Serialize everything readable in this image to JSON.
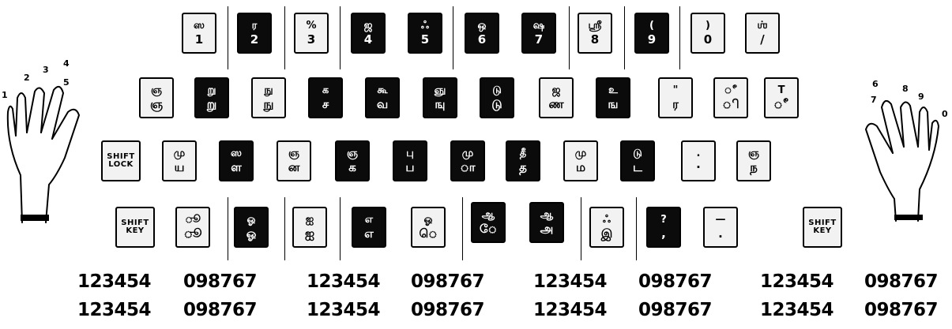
{
  "rows": {
    "number_row": [
      {
        "top": "ஸ",
        "bottom": "1",
        "style": "light"
      },
      {
        "top": "ர",
        "bottom": "2",
        "style": "dark"
      },
      {
        "top": "%",
        "bottom": "3",
        "style": "light"
      },
      {
        "top": "ஜ",
        "bottom": "4",
        "style": "dark"
      },
      {
        "top": "ஃ",
        "bottom": "5",
        "style": "dark"
      },
      {
        "top": "ஒ",
        "bottom": "6",
        "style": "dark"
      },
      {
        "top": "ஷ",
        "bottom": "7",
        "style": "dark"
      },
      {
        "top": "ஸ்ரீ",
        "bottom": "8",
        "style": "light"
      },
      {
        "top": "(",
        "bottom": "9",
        "style": "dark"
      },
      {
        "top": ")",
        "bottom": "0",
        "style": "light"
      },
      {
        "top": "ஶ்",
        "bottom": "/",
        "style": "light"
      }
    ],
    "top_row": [
      {
        "top": "ஞ",
        "bottom": "ஞ",
        "style": "light"
      },
      {
        "top": "று",
        "bottom": "று",
        "style": "dark"
      },
      {
        "top": "நு",
        "bottom": "நு",
        "style": "light"
      },
      {
        "top": "க",
        "bottom": "ச",
        "style": "dark"
      },
      {
        "top": "கூ",
        "bottom": "வ",
        "style": "dark"
      },
      {
        "top": "ஞு",
        "bottom": "ஙு",
        "style": "dark"
      },
      {
        "top": "டு",
        "bottom": "டு",
        "style": "dark"
      },
      {
        "top": "ஜ",
        "bottom": "ண",
        "style": "light"
      },
      {
        "top": "உ",
        "bottom": "ங",
        "style": "dark"
      },
      {
        "top": "\"",
        "bottom": "ர",
        "style": "light"
      },
      {
        "top": "ீ",
        "bottom": "ி",
        "style": "light"
      },
      {
        "top": "T",
        "bottom": "ீ",
        "style": "light"
      }
    ],
    "home_row": [
      {
        "top": "மு",
        "bottom": "ய",
        "style": "light"
      },
      {
        "top": "ஸ",
        "bottom": "ள",
        "style": "dark"
      },
      {
        "top": "ஞ",
        "bottom": "ன",
        "style": "light"
      },
      {
        "top": "ஞ",
        "bottom": "க",
        "style": "dark"
      },
      {
        "top": "பு",
        "bottom": "ப",
        "style": "dark"
      },
      {
        "top": "மு",
        "bottom": "ா",
        "style": "dark"
      },
      {
        "top": "தீ",
        "bottom": "த",
        "style": "dark"
      },
      {
        "top": "மு",
        "bottom": "ம",
        "style": "light"
      },
      {
        "top": "டு",
        "bottom": "ட",
        "style": "dark"
      },
      {
        "top": ".",
        "bottom": "·",
        "style": "light"
      },
      {
        "top": "ஞ",
        "bottom": "ந",
        "style": "light"
      }
    ],
    "bottom_row": [
      {
        "top": "ூ",
        "bottom": "ூ",
        "style": "light"
      },
      {
        "top": "ஓ",
        "bottom": "ஓ",
        "style": "dark"
      },
      {
        "top": "ஐ",
        "bottom": "ஐ",
        "style": "light"
      },
      {
        "top": "எ",
        "bottom": "எ",
        "style": "dark"
      },
      {
        "top": "ஓ",
        "bottom": "ெ",
        "style": "light"
      },
      {
        "top": "ஆ",
        "bottom": "ே",
        "style": "dark"
      },
      {
        "top": "ஆ",
        "bottom": "அ",
        "style": "dark"
      },
      {
        "top": "ஃ",
        "bottom": "இ",
        "style": "light"
      },
      {
        "top": "?",
        "bottom": ",",
        "style": "dark"
      },
      {
        "top": "—",
        "bottom": ".",
        "style": "light"
      }
    ]
  },
  "special_keys": {
    "shift_lock": {
      "line1": "SHIFT",
      "line2": "LOCK"
    },
    "shift_key_left": {
      "line1": "SHIFT",
      "line2": "KEY"
    },
    "shift_key_right": {
      "line1": "SHIFT",
      "line2": "KEY"
    }
  },
  "hands": {
    "left_fingers": [
      "1",
      "2",
      "3",
      "4",
      "5"
    ],
    "right_fingers": [
      "6",
      "7",
      "8",
      "9",
      "0"
    ]
  },
  "digit_rows": [
    [
      "123454",
      "098767",
      "123454",
      "098767",
      "123454",
      "098767",
      "123454",
      "098767"
    ],
    [
      "123454",
      "098767",
      "123454",
      "098767",
      "123454",
      "098767",
      "123454",
      "098767"
    ]
  ]
}
